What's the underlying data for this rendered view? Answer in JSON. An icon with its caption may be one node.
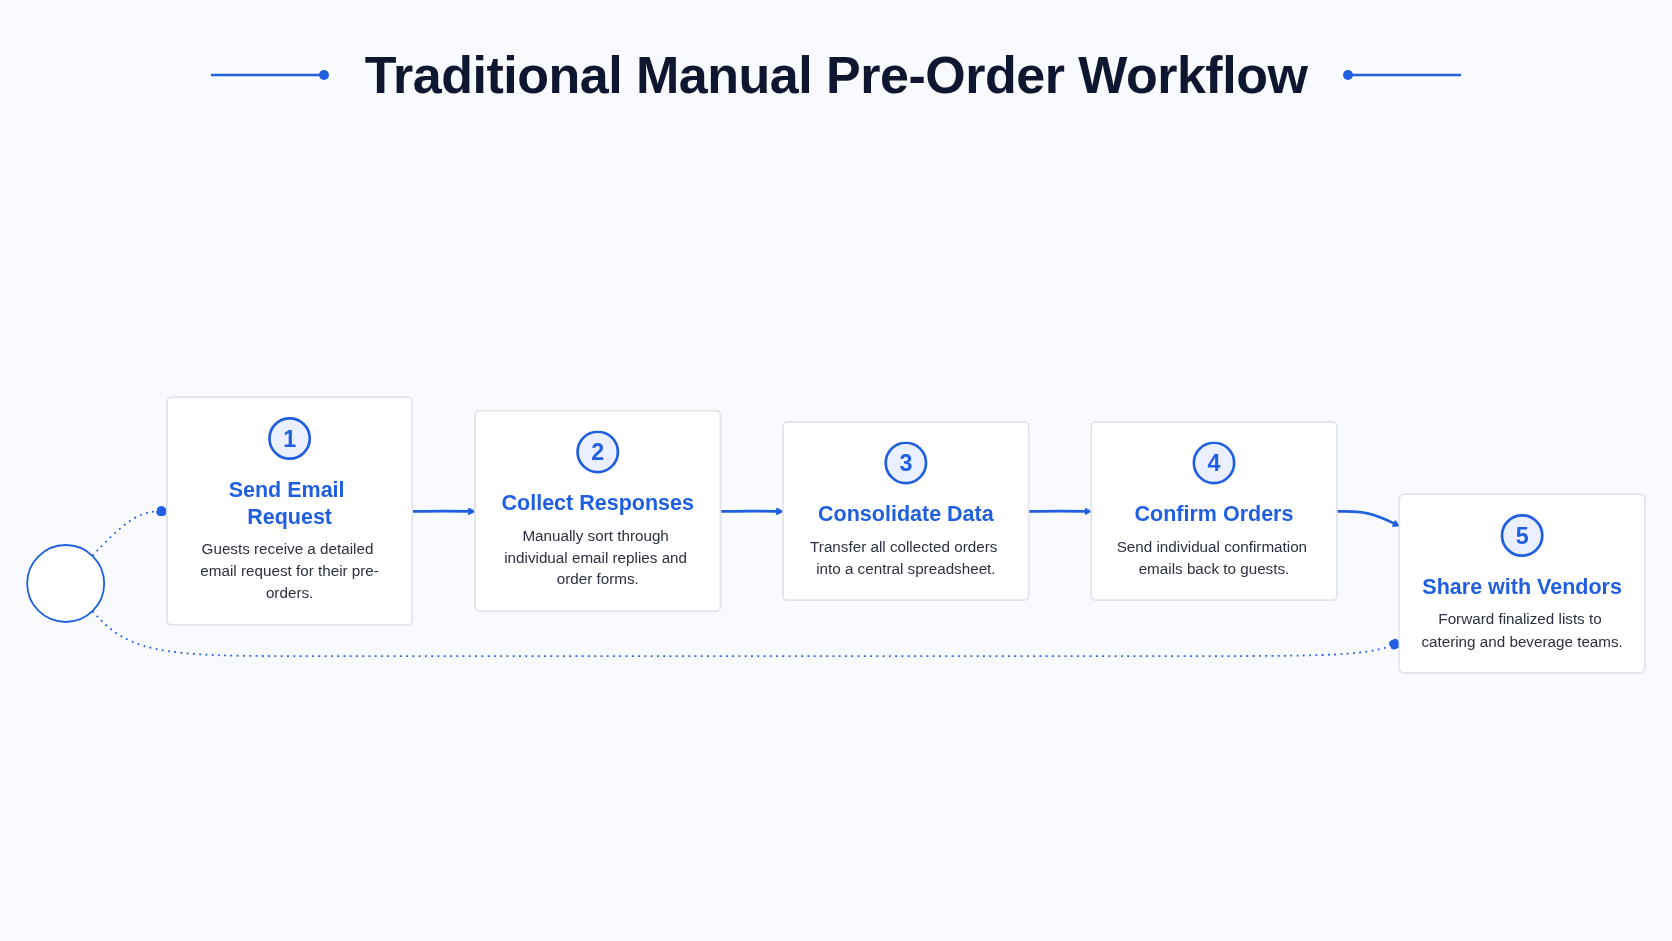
{
  "diagram": {
    "title": "Traditional Manual Pre-Order Workflow",
    "nodes": [
      {
        "text": [
          "1",
          "Send Email Request",
          "Guests receive a detailed email request for their pre-orders."
        ]
      },
      {
        "text": [
          "2",
          "Collect Responses",
          "Manually sort through individual email replies and order forms."
        ]
      },
      {
        "text": [
          "3",
          "Consolidate Data",
          "Transfer all collected orders into a central spreadsheet."
        ]
      },
      {
        "text": [
          "4",
          "Confirm Orders",
          "Send individual confirmation emails back to guests."
        ]
      },
      {
        "text": [
          "5",
          "Share with Vendors",
          "Forward finalized lists to catering and beverage teams."
        ]
      },
      {
        "text": [],
        "shape": "circle"
      }
    ],
    "edges": [
      {
        "from": 0,
        "to": 1,
        "arrow": "to"
      },
      {
        "from": 1,
        "to": 2,
        "arrow": "to"
      },
      {
        "from": 2,
        "to": 3,
        "arrow": "to"
      },
      {
        "from": 3,
        "to": 4,
        "arrow": "to"
      },
      {
        "from": 5,
        "to": 0,
        "arrow": "other",
        "style": "dashed"
      },
      {
        "from": 5,
        "to": 4,
        "arrow": "other",
        "style": "dashed"
      }
    ]
  }
}
